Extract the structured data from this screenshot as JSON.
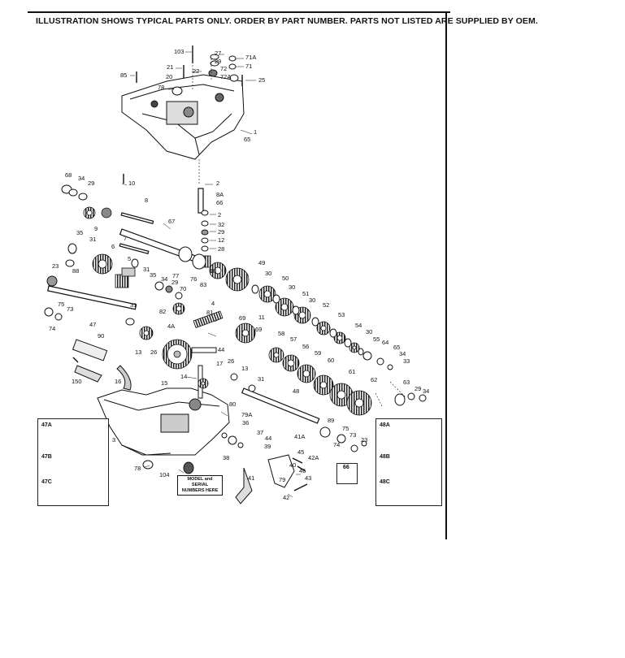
{
  "header": {
    "notice": "ILLUSTRATION SHOWS TYPICAL PARTS ONLY. ORDER BY PART NUMBER. PARTS NOT LISTED ARE SUPPLIED BY OEM."
  },
  "model_tag": {
    "line1": "MODEL and SERIAL",
    "line2": "NUMBERS HERE"
  },
  "insets": {
    "left": [
      "47A",
      "47B",
      "47C"
    ],
    "right": [
      "48A",
      "48B",
      "48C"
    ],
    "small": "66"
  },
  "callouts": [
    "103",
    "27",
    "29",
    "71A",
    "71",
    "72",
    "72A",
    "21",
    "22",
    "20",
    "85",
    "25",
    "78",
    "1",
    "65",
    "2",
    "8A",
    "66",
    "2",
    "32",
    "29",
    "12",
    "28",
    "68",
    "34",
    "29",
    "10",
    "8",
    "9",
    "67",
    "35",
    "31",
    "6",
    "77",
    "76",
    "18",
    "7",
    "5",
    "23",
    "88",
    "31",
    "35",
    "34",
    "29",
    "70",
    "4",
    "83",
    "49",
    "30",
    "50",
    "30",
    "51",
    "30",
    "52",
    "53",
    "54",
    "30",
    "55",
    "64",
    "65",
    "34",
    "33",
    "75",
    "73",
    "74",
    "47",
    "31",
    "82",
    "81",
    "69",
    "11",
    "4A",
    "69",
    "58",
    "57",
    "56",
    "59",
    "60",
    "61",
    "62",
    "90",
    "13",
    "26",
    "15",
    "44",
    "17",
    "26",
    "13",
    "31",
    "150",
    "16",
    "14",
    "80",
    "79A",
    "48",
    "63",
    "29",
    "34",
    "3",
    "36",
    "37",
    "38",
    "39",
    "44",
    "41A",
    "45",
    "42A",
    "75",
    "73",
    "74",
    "23",
    "89",
    "78",
    "104",
    "40",
    "46",
    "43",
    "79",
    "41",
    "42"
  ]
}
